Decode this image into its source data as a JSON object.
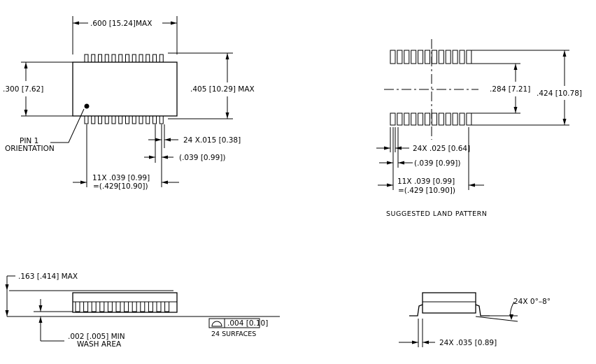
{
  "top_view": {
    "dim_width": ".600 [15.24]MAX",
    "dim_body_height": ".300 [7.62]",
    "dim_overall_height": ".405 [10.29] MAX",
    "pin1_line1": "PIN 1",
    "pin1_line2": "ORIENTATION",
    "lead_width": "24 X.015 [0.38]",
    "lead_pitch_ref": "(.039 [0.99])",
    "pitch_line1": "11X .039 [0.99]",
    "pitch_line2": "=(.429[10.90])"
  },
  "land_pattern": {
    "dim_inner": ".284 [7.21]",
    "dim_outer": ".424 [10.78]",
    "pad_width": "24X .025 [0.64]",
    "pad_pitch_ref": "(.039 [0.99])",
    "pitch_line1": "11X .039 [0.99]",
    "pitch_line2": "=(.429 [10.90])",
    "caption": "SUGGESTED LAND PATTERN"
  },
  "side_view": {
    "dim_height": ".163 [.414] MAX",
    "standoff_line1": ".002 [.005] MIN",
    "standoff_line2": "WASH AREA",
    "flatness": ".004 [0.10]",
    "flatness_note": "24 SURFACES"
  },
  "end_view": {
    "lead_angle": "24X 0°–8°",
    "foot_length": "24X .035 [0.89]"
  }
}
